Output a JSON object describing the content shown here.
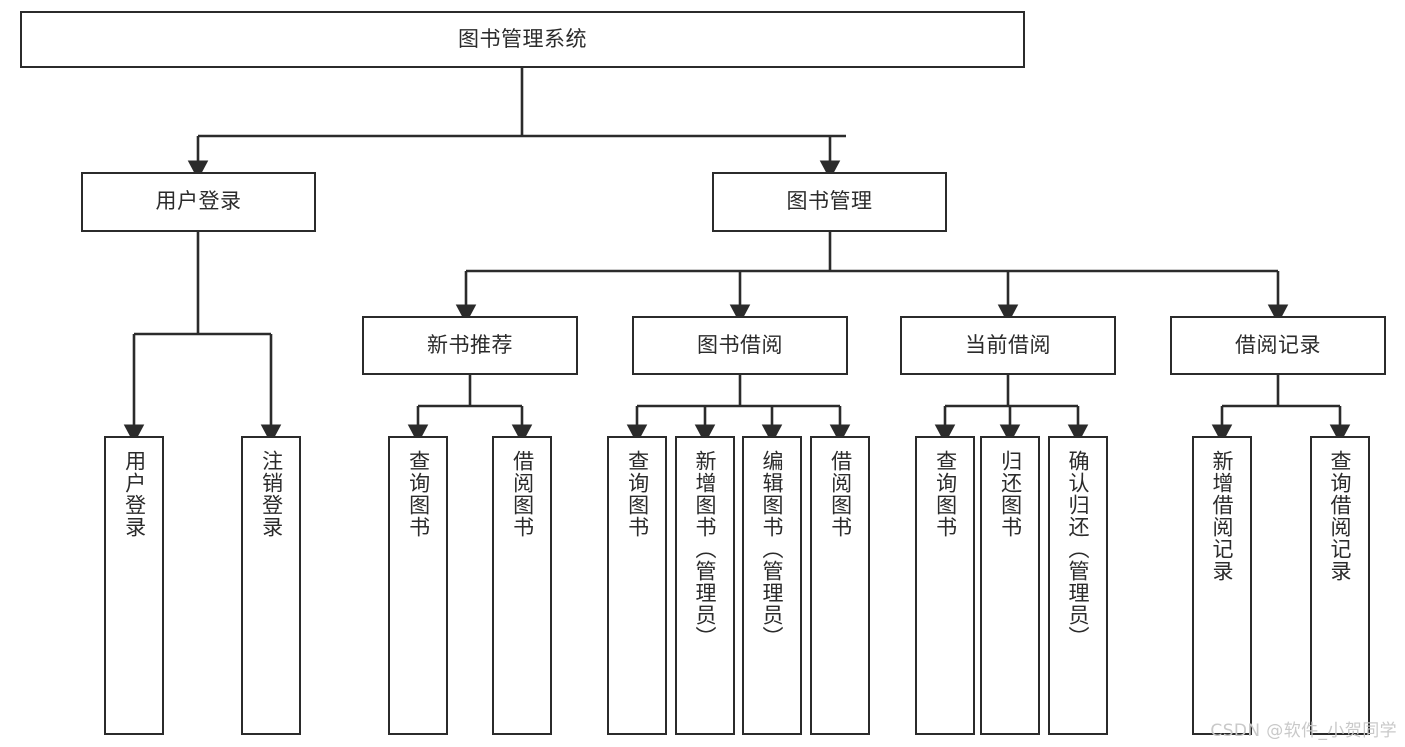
{
  "diagram": {
    "title": "图书管理系统",
    "type": "hierarchy-tree",
    "root": {
      "label": "图书管理系统"
    },
    "level2": [
      {
        "label": "用户登录"
      },
      {
        "label": "图书管理"
      }
    ],
    "level3": [
      {
        "label": "新书推荐"
      },
      {
        "label": "图书借阅"
      },
      {
        "label": "当前借阅"
      },
      {
        "label": "借阅记录"
      }
    ],
    "leaves": {
      "user_login": [
        {
          "label": "用户登录"
        },
        {
          "label": "注销登录"
        }
      ],
      "new_book_recommend": [
        {
          "label": "查询图书"
        },
        {
          "label": "借阅图书"
        }
      ],
      "book_borrow": [
        {
          "label": "查询图书"
        },
        {
          "label": "新增图书（管理员）"
        },
        {
          "label": "编辑图书（管理员）"
        },
        {
          "label": "借阅图书"
        }
      ],
      "current_borrow": [
        {
          "label": "查询图书"
        },
        {
          "label": "归还图书"
        },
        {
          "label": "确认归还（管理员）"
        }
      ],
      "borrow_record": [
        {
          "label": "新增借阅记录"
        },
        {
          "label": "查询借阅记录"
        }
      ]
    }
  },
  "watermark": {
    "text": "CSDN @软件_小贺同学"
  },
  "colors": {
    "background": "#ffffff",
    "box_fill": "#ffffff",
    "box_border": "#2b2b2b",
    "text": "#2b2b2b",
    "connector": "#2b2b2b",
    "watermark": "#c9c9c9"
  }
}
